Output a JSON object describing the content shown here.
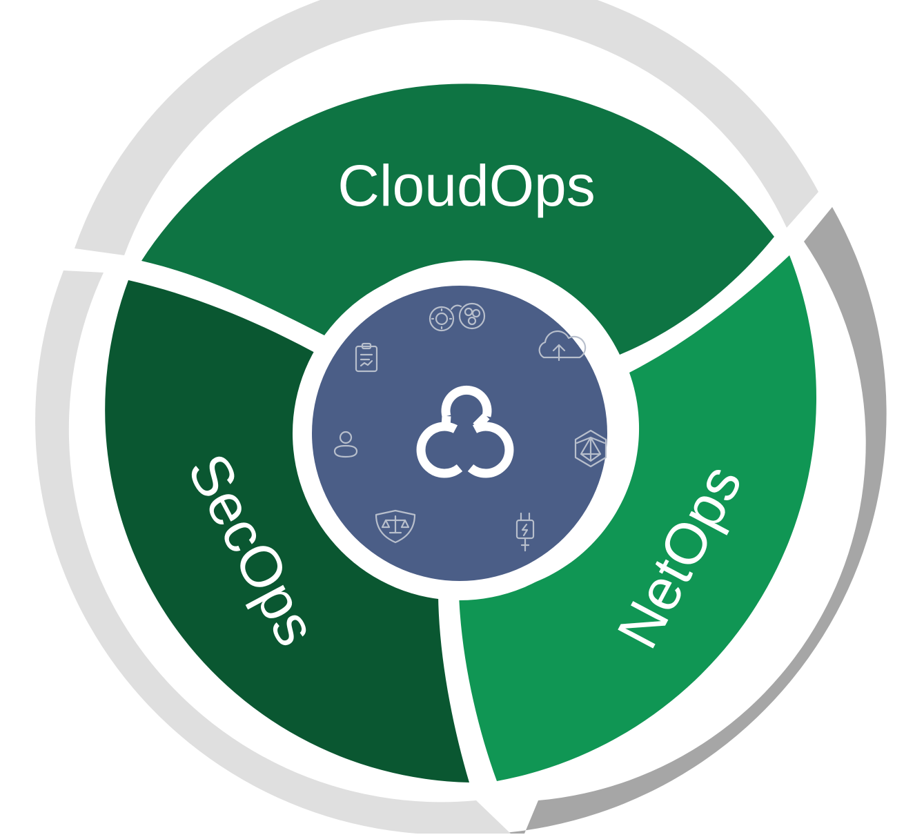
{
  "diagram": {
    "segments": [
      {
        "id": "cloudops",
        "label": "CloudOps",
        "color": "#0e7443"
      },
      {
        "id": "netops",
        "label": "NetOps",
        "color": "#109654"
      },
      {
        "id": "secops",
        "label": "SecOps",
        "color": "#0a5731"
      }
    ],
    "outer_ring_colors": {
      "light": "#dfdfdf",
      "dark": "#a6a6a6"
    },
    "hub": {
      "color": "#4b5e87",
      "center_logo": "cloud-rings-logo-icon",
      "icons": [
        "automation-gears-icon",
        "cloud-upload-icon",
        "network-polyhedron-icon",
        "plug-power-icon",
        "shield-scales-icon",
        "user-icon",
        "clipboard-chart-icon"
      ]
    }
  }
}
